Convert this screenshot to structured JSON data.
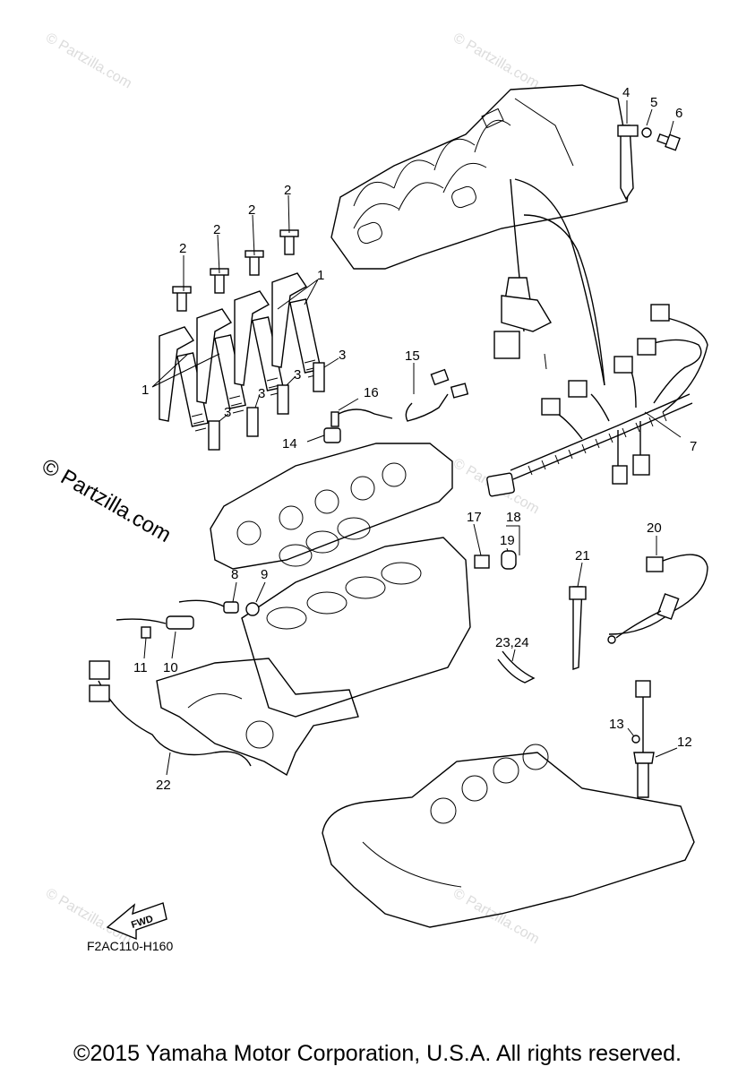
{
  "diagram": {
    "callouts": {
      "c1a": "1",
      "c1b": "1",
      "c2a": "2",
      "c2b": "2",
      "c2c": "2",
      "c2d": "2",
      "c3a": "3",
      "c3b": "3",
      "c3c": "3",
      "c3d": "3",
      "c4": "4",
      "c5": "5",
      "c6": "6",
      "c7": "7",
      "c8": "8",
      "c9": "9",
      "c10": "10",
      "c11": "11",
      "c12": "12",
      "c13": "13",
      "c14": "14",
      "c15": "15",
      "c16": "16",
      "c17": "17",
      "c18": "18",
      "c19": "19",
      "c20": "20",
      "c21": "21",
      "c22": "22",
      "c2324": "23,24"
    },
    "watermark": "© Partzilla.com",
    "watermark_main": "© Partzilla.com",
    "fwd_label": "FWD",
    "figure_code": "F2AC110-H160"
  },
  "copyright": "©2015 Yamaha Motor Corporation, U.S.A. All rights reserved."
}
